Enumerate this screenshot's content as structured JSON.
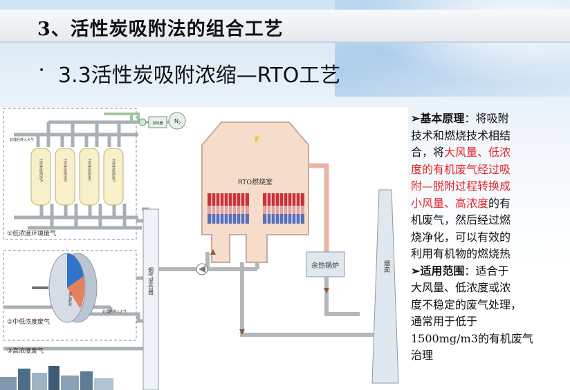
{
  "slide": {
    "section_title": "3、活性炭吸附法的组合工艺",
    "bullet": "•",
    "subtitle": "3.3活性炭吸附浓缩—RTO工艺"
  },
  "diagram": {
    "labels": {
      "low_conc": "①低浓度环境废气",
      "mid_conc": "②中低浓度废气",
      "high_conc": "③高浓度废气",
      "exhaust_top": "处理后排入大气",
      "exhaust_mid": "处理后排入大气",
      "heater": "加热器",
      "n2": "N",
      "n2_sub": "2",
      "adsorber_a": "活性炭吸附床A",
      "adsorber_b": "活性炭吸附床B",
      "adsorber_c": "活性炭吸附床C",
      "adsorber_d": "活性炭吸附床D",
      "gas_mixer": "烟气混合器",
      "rotor": "沸石转轮",
      "rto": "RTO燃烧室",
      "boiler": "余热锅炉",
      "chimney": "烟囱"
    },
    "colors": {
      "pipe": "#a8b0b6",
      "pipe_green": "#9ec6a0",
      "rto_body": "#f6dccb",
      "rto_border": "#c9a9a0",
      "media_red": "#c93236",
      "media_blue": "#5a6eb4",
      "tank": "#f7f0c8",
      "rotor_blue": "#2f74c8",
      "rotor_grey": "#bcc6d2"
    }
  },
  "principle": {
    "heading": "➢基本原理",
    "colon": "：",
    "lines": [
      {
        "plain": "将吸附",
        "indent": true
      },
      {
        "plain": "技术和燃烧技术相结"
      },
      {
        "plain": "合，将",
        "red": "大风量、低浓"
      },
      {
        "red": "度的有机废气经过吸"
      },
      {
        "red": "附—脱附过程转换成"
      },
      {
        "red": "小风量、高浓度",
        "plain2": "的有"
      },
      {
        "plain": "机废气，然后经过燃"
      },
      {
        "plain": "烧净化，可以有效的"
      },
      {
        "plain": "利用有机物的燃烧热"
      }
    ]
  },
  "application": {
    "heading": "➢适用范围",
    "colon": "：",
    "lines": [
      "适合于",
      "大风量、低浓度或浓",
      "度不稳定的废气处理，",
      "通常用于低于",
      "1500mg/m3的有机废气",
      "治理"
    ]
  }
}
